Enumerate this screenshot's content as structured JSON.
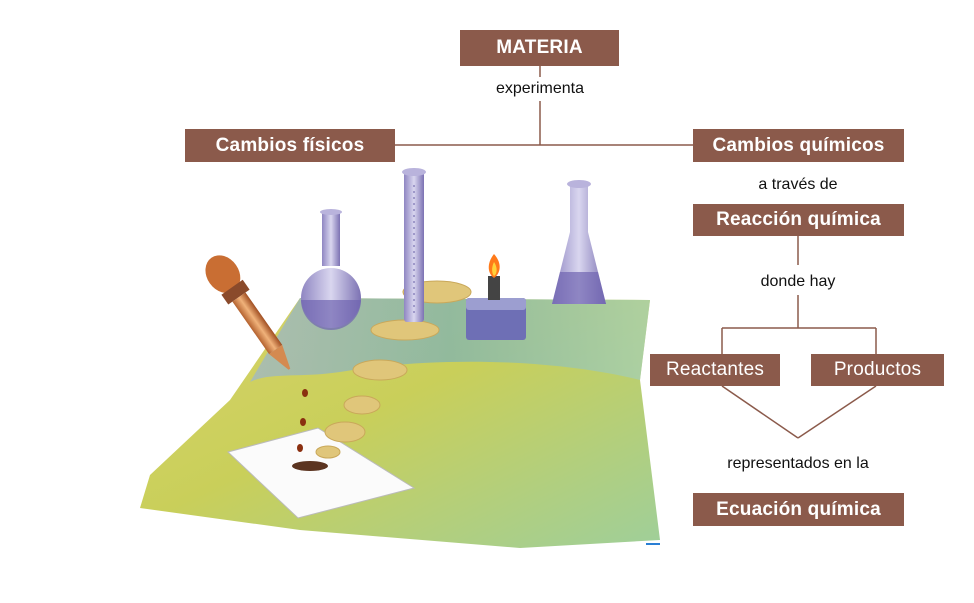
{
  "concept_map": {
    "root": "MATERIA",
    "connector_experimenta": "experimenta",
    "left_branch": "Cambios físicos",
    "right_branch": "Cambios químicos",
    "connector_a_traves": "a través de",
    "reaction": "Reacción química",
    "connector_donde_hay": "donde hay",
    "reactants": "Reactantes",
    "products": "Productos",
    "connector_representados": "representados en la",
    "equation": "Ecuación química"
  },
  "colors": {
    "box_fill": "#8b5a4b",
    "box_text": "#ffffff",
    "line": "#8b5a4b"
  },
  "illustration": {
    "description_icon": "laboratory-glassware-illustration"
  }
}
